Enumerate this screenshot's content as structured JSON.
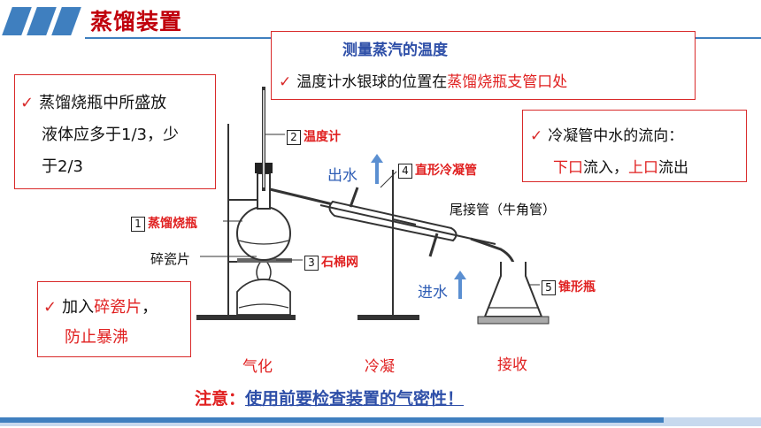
{
  "title": "蒸馏装置",
  "top_box": {
    "heading": "测量蒸汽的温度",
    "line_prefix": "温度计水银球的位置在",
    "line_highlight": "蒸馏烧瓶支管口处"
  },
  "left_box": {
    "line1": "蒸馏烧瓶中所盛放",
    "line2": "液体应多于1/3，少",
    "line3": "于2/3"
  },
  "right_box": {
    "line1": "冷凝管中水的流向：",
    "part1": "下口",
    "part2": "流入",
    "part3": "，",
    "part4": "上口",
    "part5": "流出"
  },
  "bottom_left_box": {
    "prefix": "加入",
    "highlight": "碎瓷片",
    "suffix": "，",
    "line2": "防止暴沸"
  },
  "labels": {
    "n1": "1",
    "l1": "蒸馏烧瓶",
    "n2": "2",
    "l2": "温度计",
    "n3": "3",
    "l3": "石棉网",
    "n4": "4",
    "l4": "直形冷凝管",
    "n5": "5",
    "l5": "锥形瓶",
    "porcelain": "碎瓷片",
    "adapter": "尾接管（牛角管）",
    "water_out": "出水",
    "water_in": "进水"
  },
  "stages": {
    "s1": "气化",
    "s2": "冷凝",
    "s3": "接收"
  },
  "note": {
    "prefix": "注意：",
    "text": "使用前要检查装置的气密性！"
  },
  "colors": {
    "accent": "#3f7fbf",
    "red": "#e02020",
    "blue": "#2e5db5"
  }
}
